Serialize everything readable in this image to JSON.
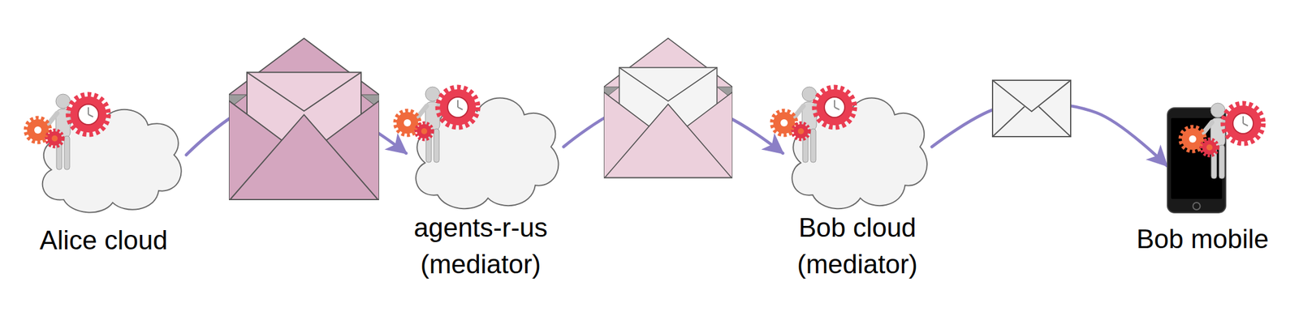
{
  "diagram": {
    "nodes": [
      {
        "text": [
          "Alice cloud"
        ]
      },
      {
        "text": [
          "agents-r-us (mediator)"
        ]
      },
      {
        "text": [
          "Bob cloud (mediator)"
        ]
      },
      {
        "text": [
          "Bob mobile"
        ]
      }
    ],
    "edges": [
      {
        "from": 0,
        "to": 1,
        "arrow": "to"
      },
      {
        "from": 1,
        "to": 2,
        "arrow": "to"
      },
      {
        "from": 2,
        "to": 3,
        "arrow": "to"
      }
    ]
  }
}
